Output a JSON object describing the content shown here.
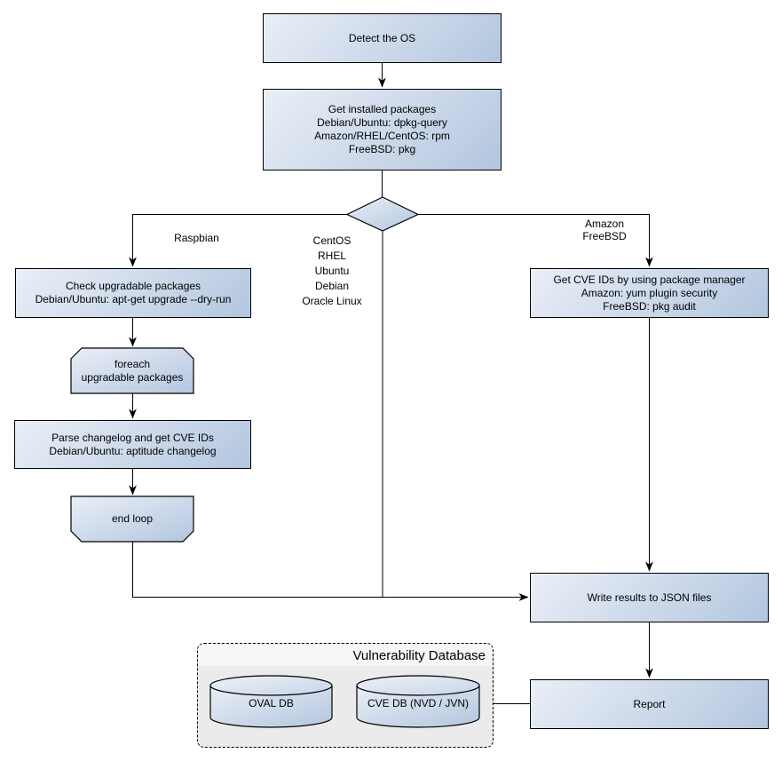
{
  "nodes": {
    "detect_os": {
      "label": "Detect the OS"
    },
    "get_installed_packages": {
      "lines": [
        "Get installed packages",
        "Debian/Ubuntu: dpkg-query",
        "Amazon/RHEL/CentOS: rpm",
        "FreeBSD: pkg"
      ]
    },
    "check_upgradable_packages": {
      "lines": [
        "Check upgradable packages",
        "Debian/Ubuntu: apt-get upgrade --dry-run"
      ]
    },
    "foreach_loop": {
      "lines": [
        "foreach",
        "upgradable packages"
      ]
    },
    "parse_changelog": {
      "lines": [
        "Parse changelog and get CVE IDs",
        "Debian/Ubuntu: aptitude changelog"
      ]
    },
    "end_loop": {
      "label": "end loop"
    },
    "get_cve_ids": {
      "lines": [
        "Get CVE IDs by using package manager",
        "Amazon: yum plugin security",
        "FreeBSD: pkg audit"
      ]
    },
    "write_results": {
      "label": "Write results to JSON files"
    },
    "report": {
      "label": "Report"
    }
  },
  "branch_labels": {
    "raspbian": "Raspbian",
    "os_group": [
      "CentOS",
      "RHEL",
      "Ubuntu",
      "Debian",
      "Oracle Linux"
    ],
    "amazon_freebsd": [
      "Amazon",
      "FreeBSD"
    ]
  },
  "database": {
    "title": "Vulnerability Database",
    "cylinders": [
      "OVAL DB",
      "CVE DB (NVD / JVN)"
    ]
  },
  "colors": {
    "node_gradient_start": "#eaeff7",
    "node_gradient_end": "#b3c6df",
    "node_border": "#000000",
    "connector": "#000000",
    "container_fill": "#ebebeb",
    "container_header_fill": "#f6f6f6",
    "background": "#ffffff"
  }
}
